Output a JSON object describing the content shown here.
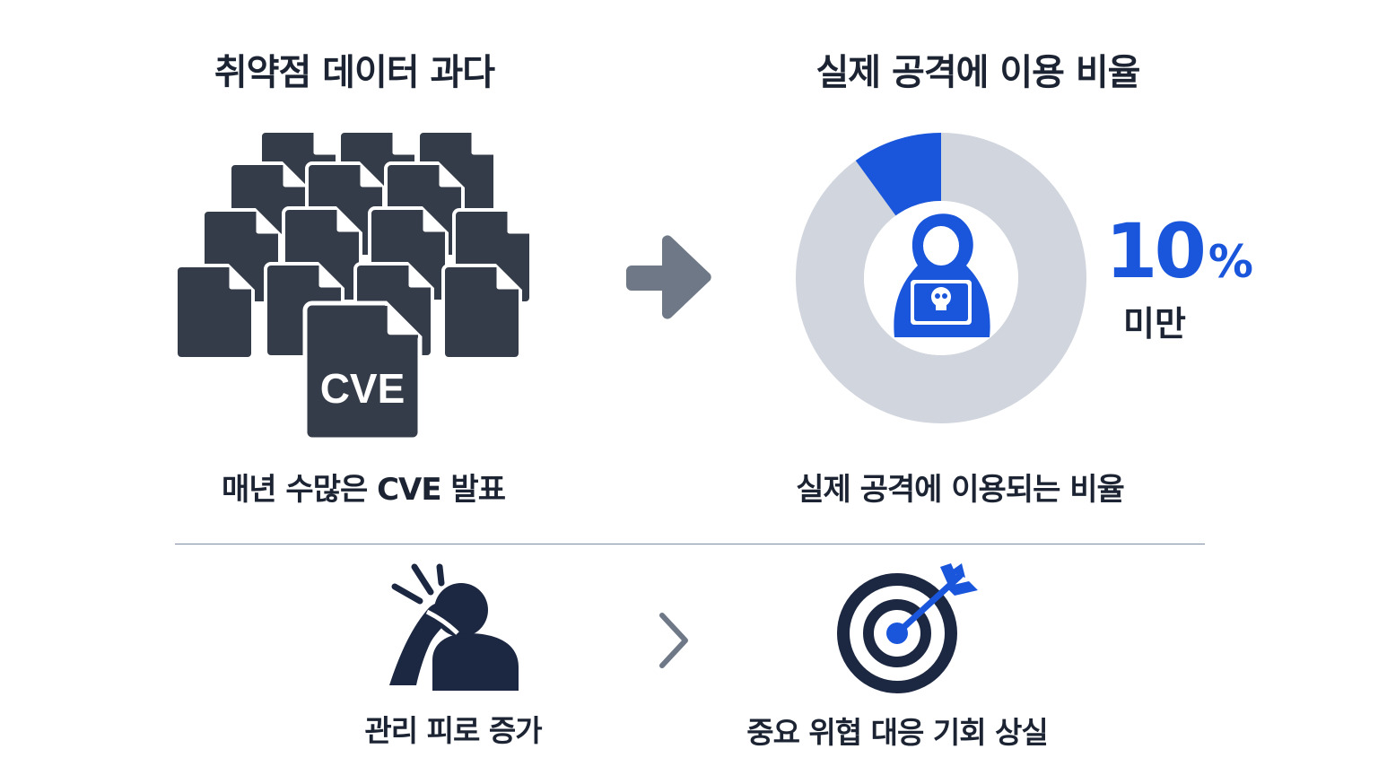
{
  "left_panel": {
    "title": "취약점 데이터 과다",
    "doc_label": "CVE",
    "caption": "매년 수많은 CVE 발표",
    "icon": "document-stack-icon"
  },
  "right_panel": {
    "title": "실제 공격에 이용 비율",
    "percent_value": "10",
    "percent_sign": "%",
    "percent_qualifier": "미만",
    "caption": "실제 공격에 이용되는 비율",
    "exploited_fraction": 0.1,
    "icon": "hacker-icon"
  },
  "bottom": {
    "left_caption": "관리 피로 증가",
    "right_caption": "중요 위협 대응 기회 상실",
    "left_icon": "stressed-person-icon",
    "right_icon": "target-icon",
    "connector_icon": "chevron-right-icon"
  },
  "colors": {
    "dark": "#353c49",
    "accent": "#1a56db",
    "donut_bg": "#d1d5de",
    "arrow": "#6e7887"
  }
}
